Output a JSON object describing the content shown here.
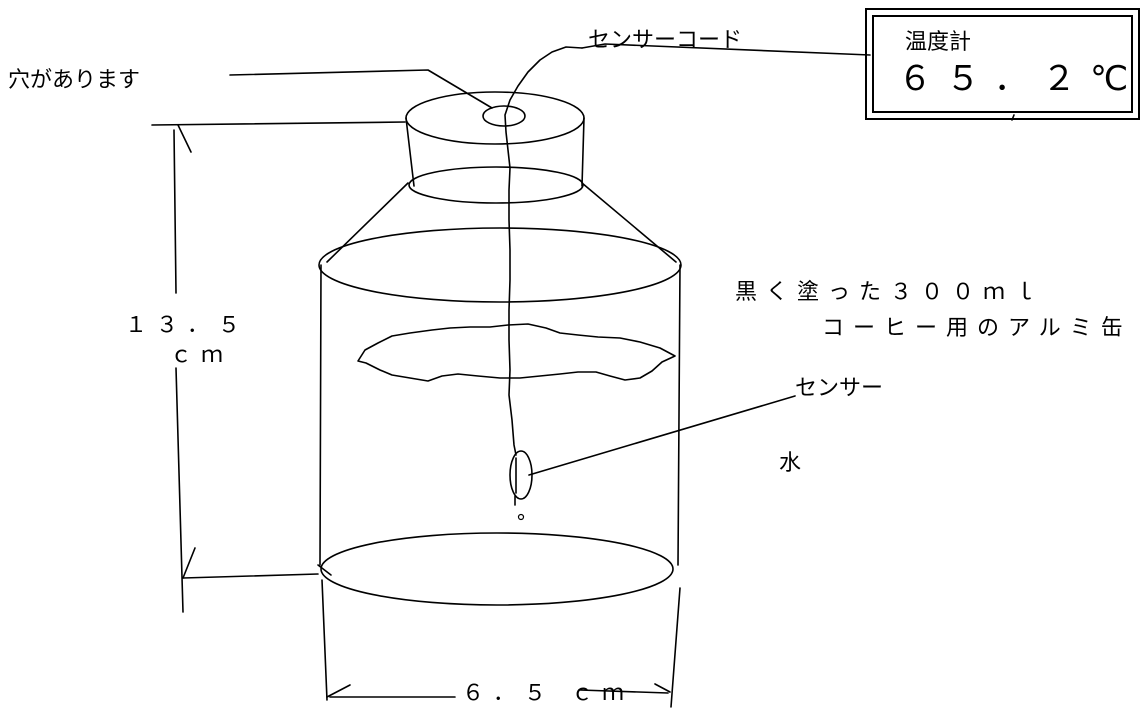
{
  "labels": {
    "hole": "穴があります",
    "sensor_cord": "センサーコード",
    "can_line1": "黒く塗った３００ｍｌ",
    "can_line2": "コーヒー用のアルミ缶",
    "sensor": "センサー",
    "water": "水",
    "height_value": "１３．５",
    "height_unit": "ｃｍ",
    "width": "６．５ ｃｍ"
  },
  "thermometer": {
    "title": "温度計",
    "value": "６５．２℃"
  },
  "colors": {
    "line": "#000000",
    "background": "#ffffff"
  }
}
